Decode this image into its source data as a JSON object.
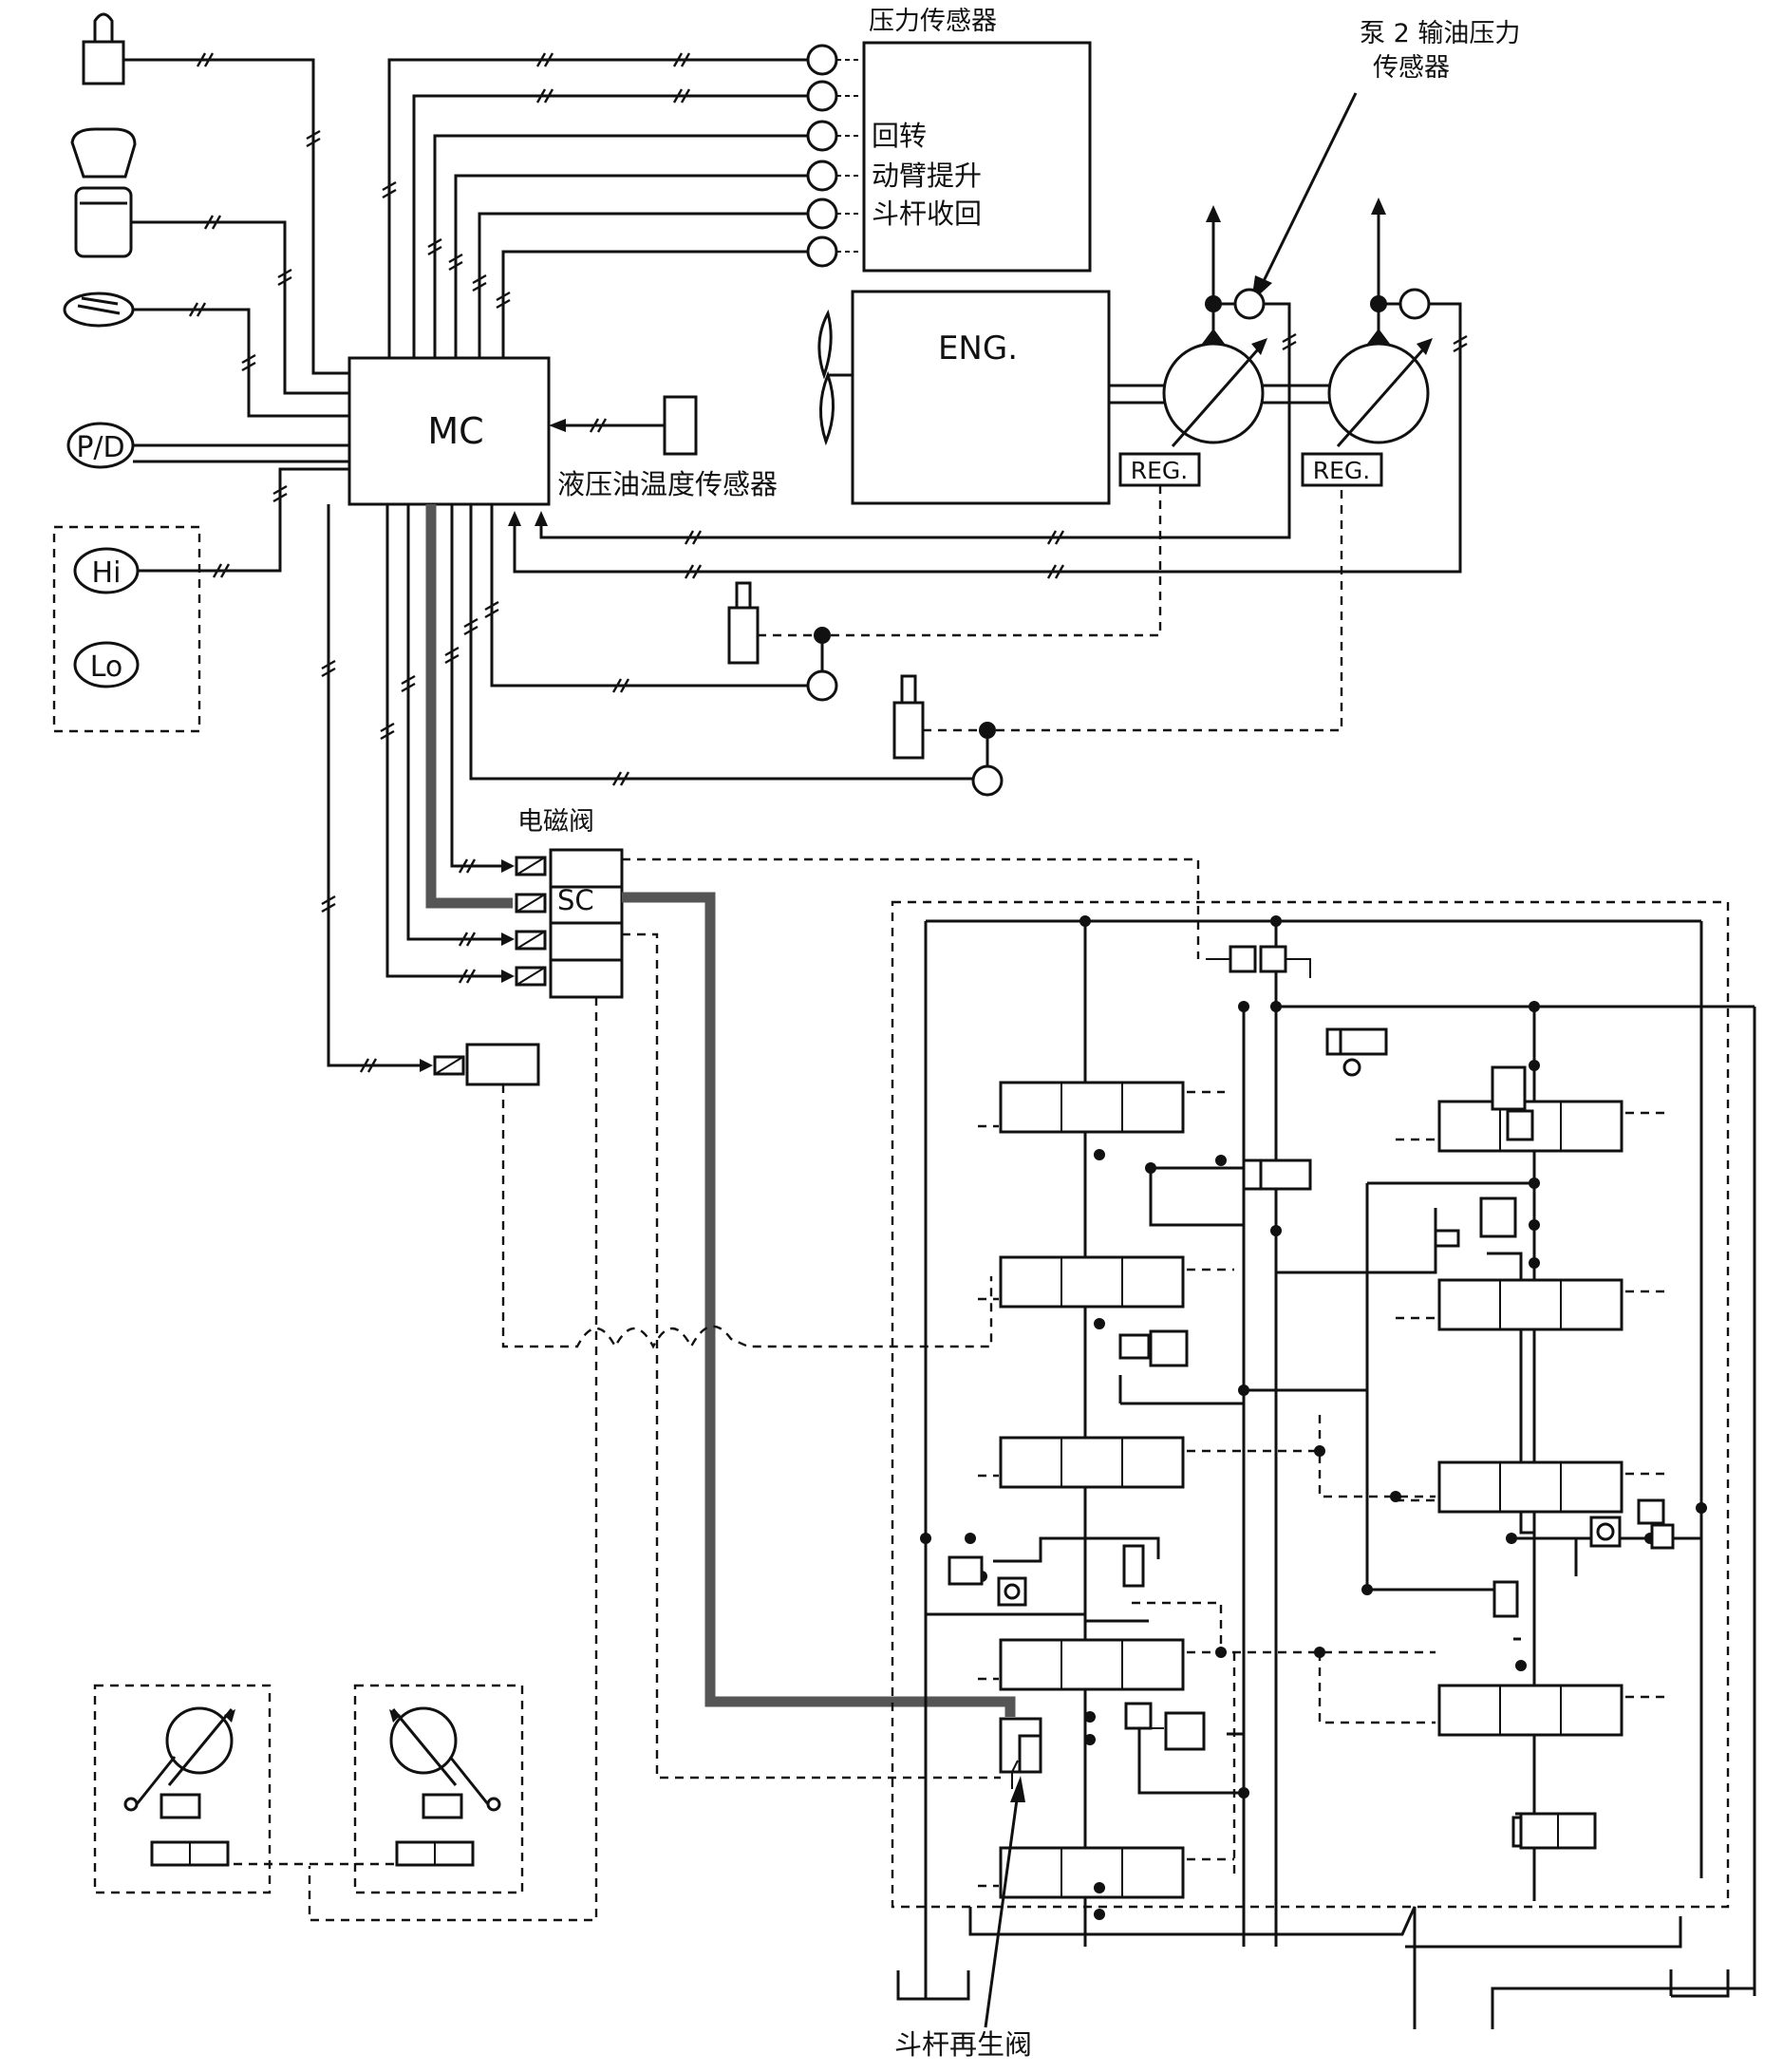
{
  "labels": {
    "pressure_sensor_title": "压力传感器",
    "swing": "回转",
    "boom_raise": "动臂提升",
    "arm_retract": "斗杆收回",
    "pump2_line1": "泵 2 输油压力",
    "pump2_line2": "传感器",
    "engine": "ENG.",
    "mc": "MC",
    "hydraulic_temp_sensor": "液压油温度传感器",
    "reg_left": "REG.",
    "reg_right": "REG.",
    "solenoid_valve_title": "电磁阀",
    "sc": "SC",
    "pd_switch": "P/D",
    "hi": "Hi",
    "lo": "Lo",
    "arm_regen_valve": "斗杆再生阀"
  },
  "icons": {
    "key_switch": "key-switch-icon",
    "work_mode_knob": "work-mode-knob-icon",
    "throttle_dial": "throttle-dial-icon",
    "cooling_fan": "cooling-fan-icon",
    "hydraulic_pump": "variable-pump-icon",
    "travel_motor": "travel-motor-icon"
  }
}
